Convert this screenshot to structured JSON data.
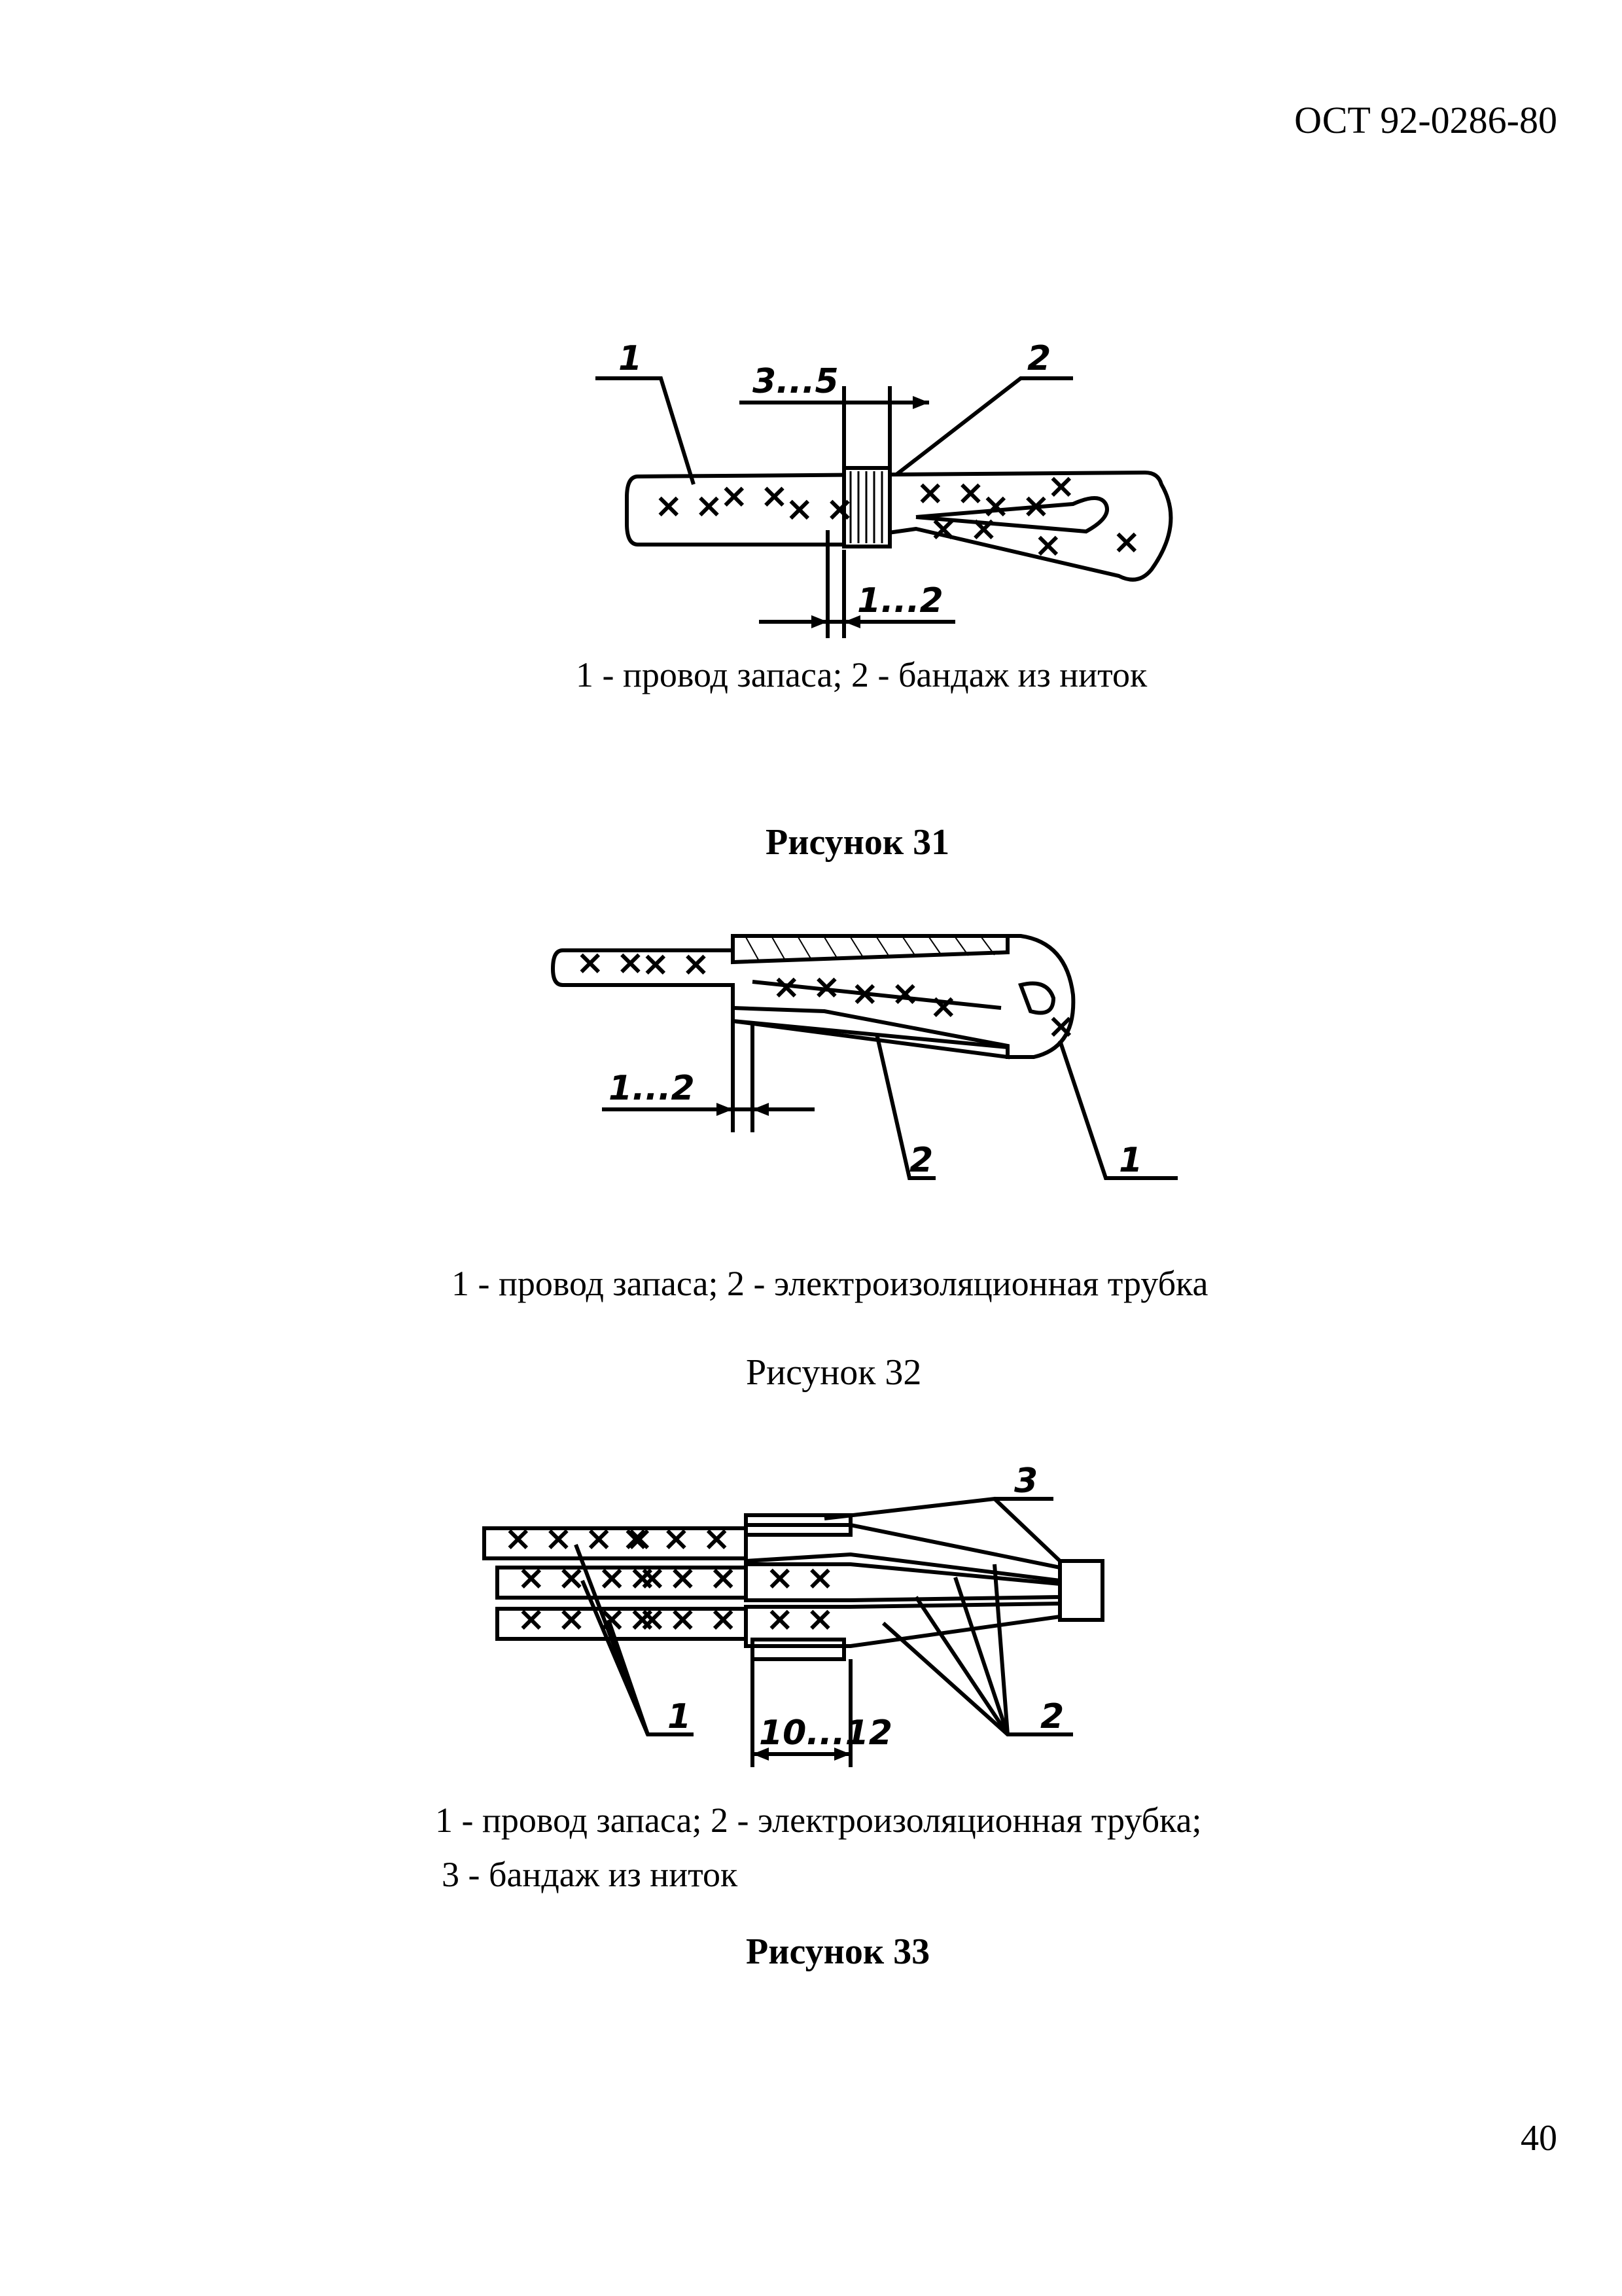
{
  "header": {
    "doc_code": "ОСТ 92-0286-80"
  },
  "figure31": {
    "labels": {
      "wire": "1",
      "bandage": "2",
      "dim_top": "3...5",
      "dim_bottom": "1...2"
    },
    "legend": "1 - провод запаса; 2 - бандаж из ниток",
    "title": "Рисунок 31"
  },
  "figure32": {
    "labels": {
      "dim": "1...2",
      "tube": "2",
      "wire": "1"
    },
    "legend": "1 - провод запаса;  2 - электроизоляционная трубка",
    "title": "Рисунок  32"
  },
  "figure33": {
    "labels": {
      "bandage": "3",
      "wires": "1",
      "dim": "10...12",
      "tubes": "2"
    },
    "legend_line1": "1 - провод запаса;  2 - электроизоляционная трубка;",
    "legend_line2": "3 - бандаж из ниток",
    "title": "Рисунок  33"
  },
  "footer": {
    "page_number": "40"
  }
}
